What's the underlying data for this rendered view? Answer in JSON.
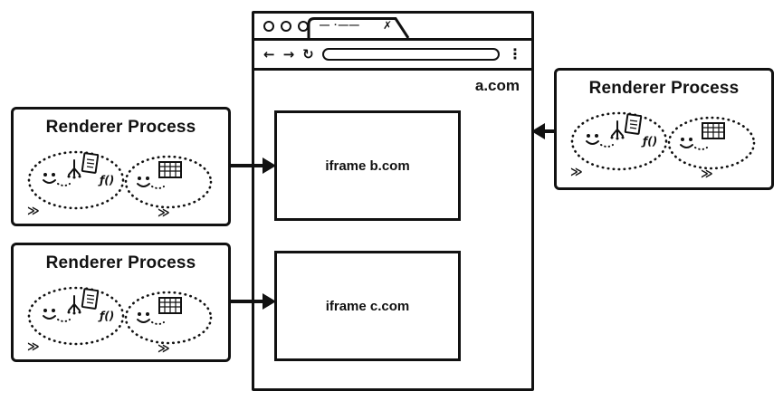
{
  "browser": {
    "page_label": "a.com",
    "tab": {
      "title_marks": "— ·——",
      "close_icon": "✗"
    },
    "nav": {
      "back_icon": "←",
      "forward_icon": "→",
      "reload_icon": "↻",
      "menu_icon": "⋮"
    },
    "iframes": [
      {
        "label": "iframe b.com"
      },
      {
        "label": "iframe c.com"
      }
    ]
  },
  "renderers": [
    {
      "title": "Renderer Process"
    },
    {
      "title": "Renderer Process"
    },
    {
      "title": "Renderer Process"
    }
  ],
  "illustration": {
    "fn_label": "ƒ()",
    "chevrons": "≫"
  }
}
